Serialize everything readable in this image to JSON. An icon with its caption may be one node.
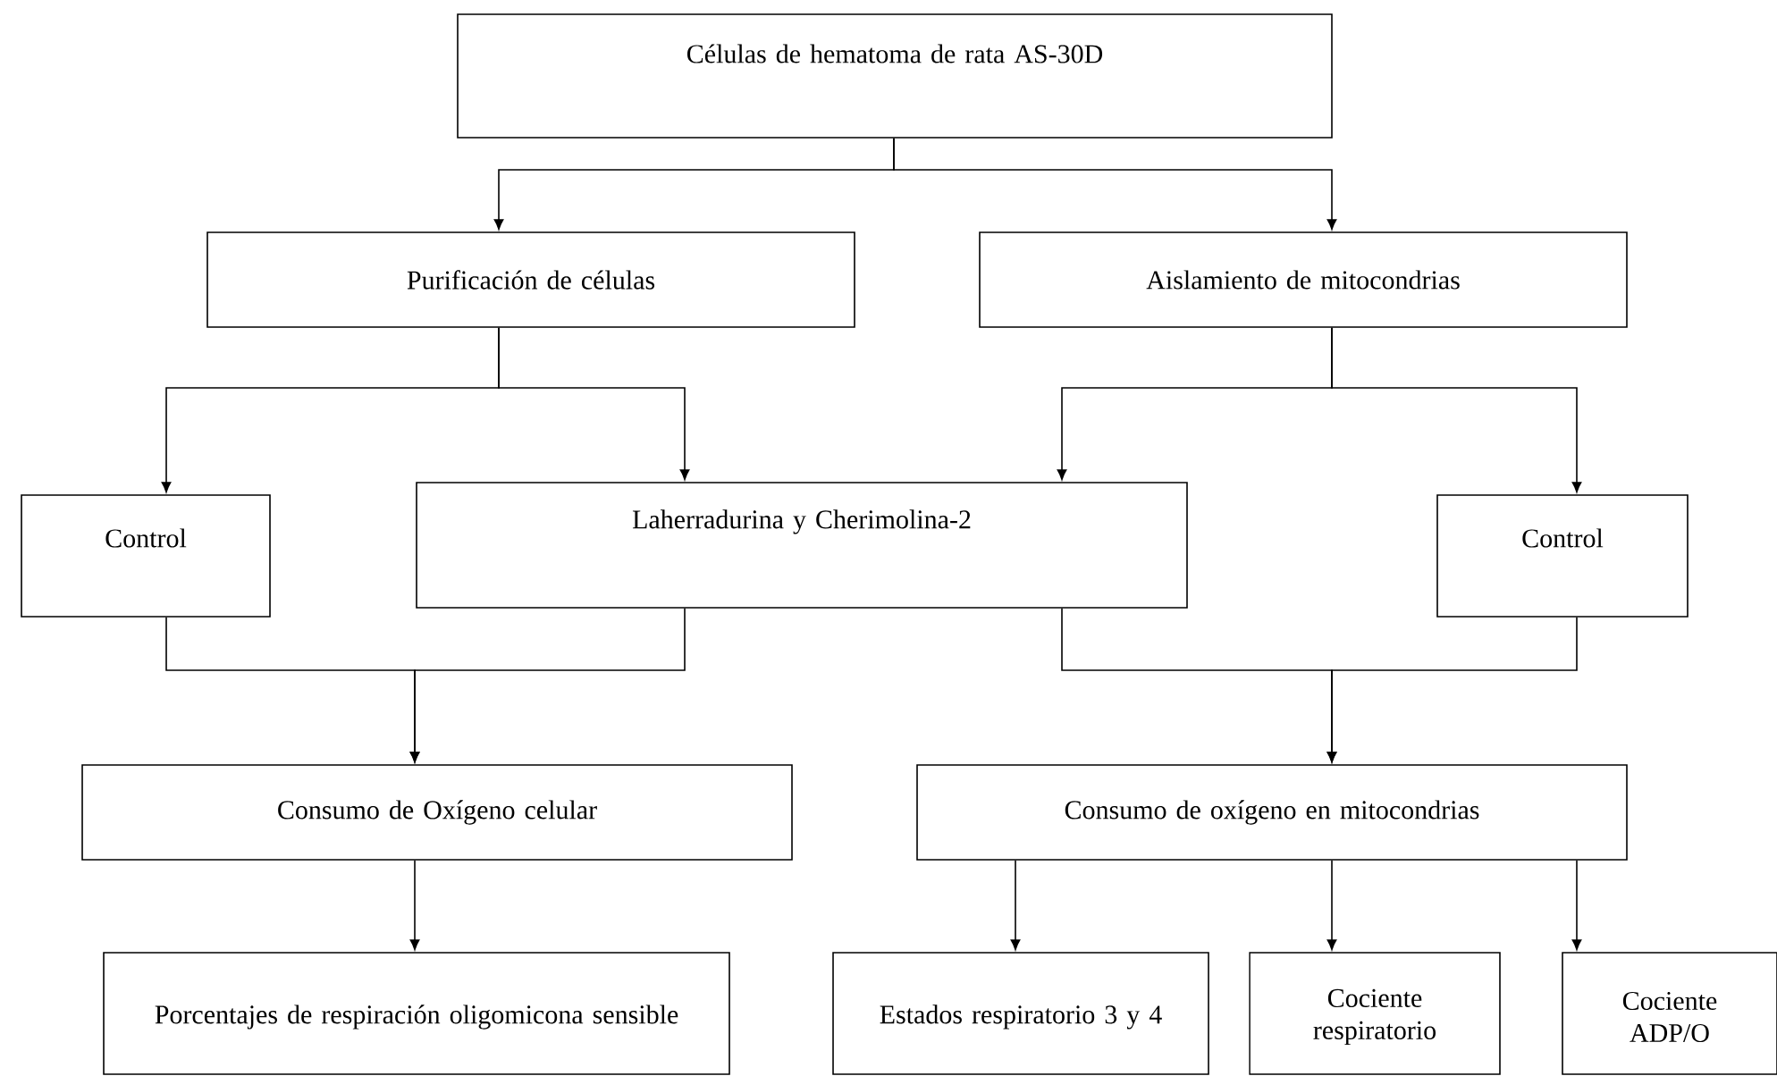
{
  "diagram": {
    "nodes": [
      {
        "text": [
          "Células de hematoma de rata AS-30D"
        ]
      },
      {
        "text": [
          "Purificación de células"
        ]
      },
      {
        "text": [
          "Aislamiento de mitocondrias"
        ]
      },
      {
        "text": [
          "Control"
        ]
      },
      {
        "text": [
          "Laherradurina y Cherimolina-2"
        ]
      },
      {
        "text": [
          "Control"
        ]
      },
      {
        "text": [
          "Consumo de Oxígeno celular"
        ]
      },
      {
        "text": [
          "Consumo de oxígeno en mitocondrias"
        ]
      },
      {
        "text": [
          "Porcentajes de respiración oligomicona sensible"
        ]
      },
      {
        "text": [
          "Estados respiratorio 3 y 4"
        ]
      },
      {
        "text": [
          "Cociente respiratorio"
        ]
      },
      {
        "text": [
          "Cociente ADP/O"
        ]
      }
    ],
    "edges": [
      {
        "from": 0,
        "to": 1,
        "arrow": "to"
      },
      {
        "from": 0,
        "to": 2,
        "arrow": "to"
      },
      {
        "from": 1,
        "to": 3,
        "arrow": "to"
      },
      {
        "from": 1,
        "to": 4,
        "arrow": "to"
      },
      {
        "from": 2,
        "to": 4,
        "arrow": "to"
      },
      {
        "from": 2,
        "to": 5,
        "arrow": "to"
      },
      {
        "from": 3,
        "to": 6,
        "arrow": "to"
      },
      {
        "from": 4,
        "to": 6,
        "arrow": "to"
      },
      {
        "from": 4,
        "to": 7,
        "arrow": "to"
      },
      {
        "from": 5,
        "to": 7,
        "arrow": "to"
      },
      {
        "from": 6,
        "to": 8,
        "arrow": "to"
      },
      {
        "from": 7,
        "to": 9,
        "arrow": "to"
      },
      {
        "from": 7,
        "to": 10,
        "arrow": "to"
      },
      {
        "from": 7,
        "to": 11,
        "arrow": "to"
      }
    ]
  }
}
